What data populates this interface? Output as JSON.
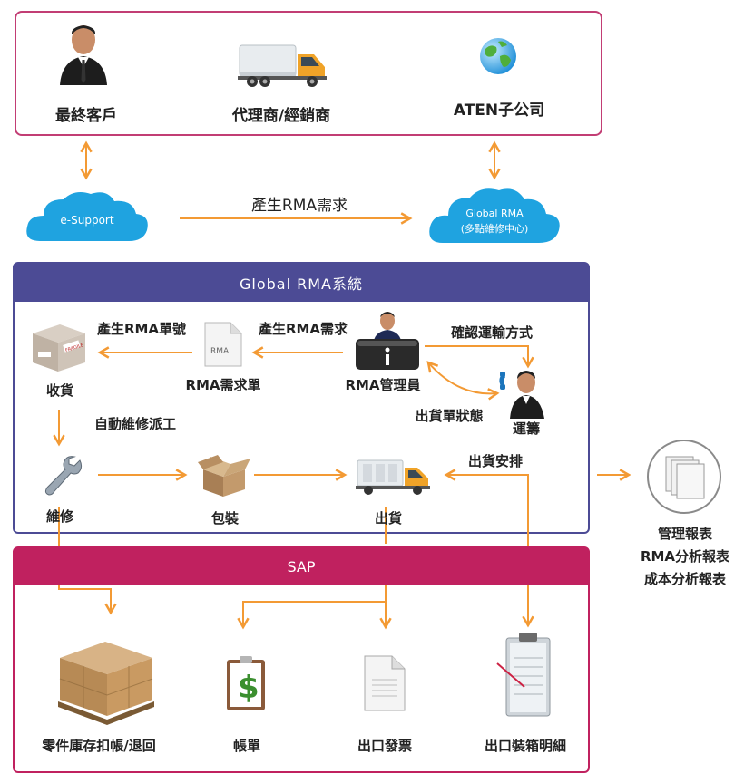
{
  "top": {
    "end_customer": "最終客戶",
    "distributor": "代理商/經銷商",
    "subsidiary": "ATEN子公司"
  },
  "clouds": {
    "esupport": "e-Support",
    "global_rma_line1": "Global RMA",
    "global_rma_line2": "(多點維修中心)"
  },
  "flow_top": {
    "generate_rma_request": "產生RMA需求"
  },
  "rma_system": {
    "title": "Global RMA系統",
    "generate_rma_number": "產生RMA單號",
    "generate_rma_request": "產生RMA需求",
    "confirm_shipping": "確認運輸方式",
    "receiving": "收貨",
    "rma_form": "RMA需求單",
    "rma_form_icon_text": "RMA",
    "rma_manager": "RMA管理員",
    "shipping_status": "出貨單狀態",
    "logistics": "運籌",
    "auto_dispatch": "自動維修派工",
    "shipping_arrangement": "出貨安排",
    "repair": "維修",
    "packing": "包裝",
    "shipping": "出貨",
    "fragile_text": "FRAGILE"
  },
  "reports": {
    "line1": "管理報表",
    "line2": "RMA分析報表",
    "line3": "成本分析報表"
  },
  "sap": {
    "title": "SAP",
    "parts_inventory": "零件庫存扣帳/退回",
    "billing": "帳單",
    "invoice": "出口發票",
    "packing_list": "出口裝箱明細"
  },
  "colors": {
    "top_border": "#c23d74",
    "rma_header": "#4c4b95",
    "sap_header": "#c0215f",
    "arrow": "#f39a34",
    "cloud": "#1fa3e0"
  }
}
